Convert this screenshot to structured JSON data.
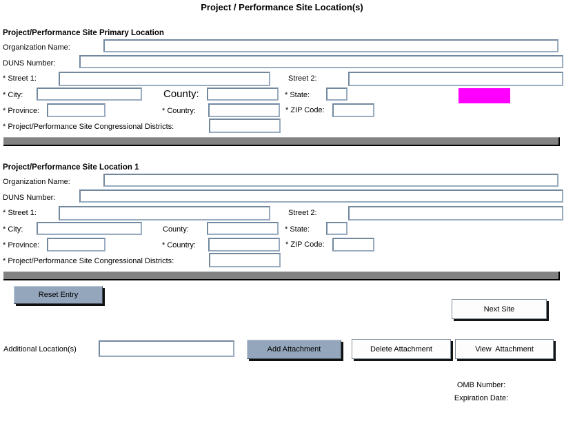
{
  "title": "Project / Performance Site Location(s)",
  "sections": [
    {
      "heading": "Project/Performance Site Primary Location",
      "labels": {
        "organization_name": "Organization Name:",
        "duns_number": "DUNS Number:",
        "street1": "* Street 1:",
        "street2": "Street 2:",
        "city": "* City:",
        "county": "County:",
        "state": "* State:",
        "province": "* Province:",
        "country": "* Country:",
        "zip_code": "* ZIP Code:",
        "congressional_districts": "* Project/Performance Site Congressional Districts:"
      },
      "values": {
        "organization_name": "",
        "duns_number": "",
        "street1": "",
        "street2": "",
        "city": "",
        "county": "",
        "state": "",
        "province": "",
        "country": "",
        "zip_code": "",
        "congressional_districts": ""
      }
    },
    {
      "heading": "Project/Performance Site Location 1",
      "labels": {
        "organization_name": "Organization Name:",
        "duns_number": "DUNS Number:",
        "street1": "* Street 1:",
        "street2": "Street 2:",
        "city": "* City:",
        "county": "County:",
        "state": "* State:",
        "province": "* Province:",
        "country": "* Country:",
        "zip_code": "* ZIP Code:",
        "congressional_districts": "* Project/Performance Site Congressional Districts:"
      },
      "values": {
        "organization_name": "",
        "duns_number": "",
        "street1": "",
        "street2": "",
        "city": "",
        "county": "",
        "state": "",
        "province": "",
        "country": "",
        "zip_code": "",
        "congressional_districts": ""
      }
    }
  ],
  "actions": {
    "reset_entry": "Reset Entry",
    "next_site": "Next Site",
    "additional_locations_label": "Additional Location(s)",
    "attachment_filename": "",
    "add_attachment": "Add Attachment",
    "delete_attachment": "Delete Attachment",
    "view_attachment": "View  Attachment"
  },
  "footer": {
    "omb_number_label": "OMB Number:",
    "expiration_date_label": "Expiration Date:"
  },
  "colors": {
    "button_accent": "#93a6bb",
    "highlight_magenta": "#ff00ff",
    "divider_gray": "#828282",
    "input_border": "#72889f"
  }
}
